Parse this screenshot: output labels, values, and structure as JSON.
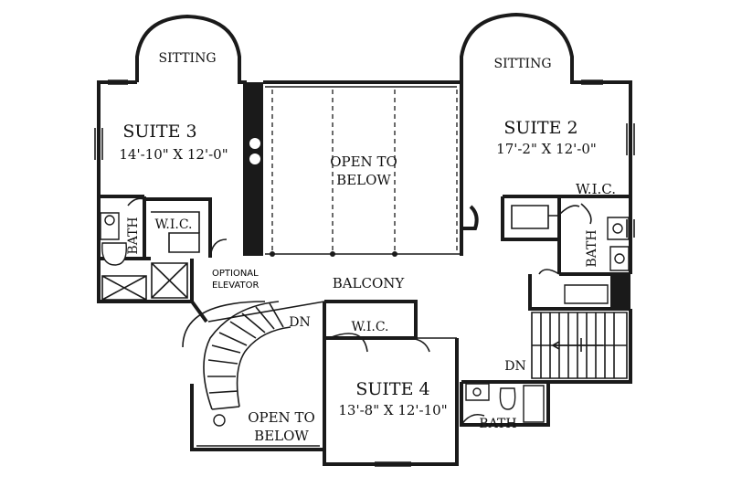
{
  "rooms": {
    "sitting_left": "SITTING",
    "sitting_right": "SITTING",
    "suite3": {
      "name": "SUITE 3",
      "size": "14'-10\" X 12'-0\""
    },
    "suite2": {
      "name": "SUITE 2",
      "size": "17'-2\" X 12'-0\""
    },
    "suite4": {
      "name": "SUITE 4",
      "size": "13'-8\" X 12'-10\""
    },
    "open_top": [
      "OPEN TO",
      "BELOW"
    ],
    "open_bottom": [
      "OPEN TO",
      "BELOW"
    ],
    "balcony": "BALCONY",
    "wic_left": "W.I.C.",
    "wic_right": "W.I.C.",
    "wic_bottom": "W.I.C.",
    "bath_left": "BATH",
    "bath_right": "BATH",
    "bath_bottom": "BATH",
    "elevator": [
      "OPTIONAL",
      "ELEVATOR"
    ],
    "dn_left": "DN",
    "dn_right": "DN"
  }
}
